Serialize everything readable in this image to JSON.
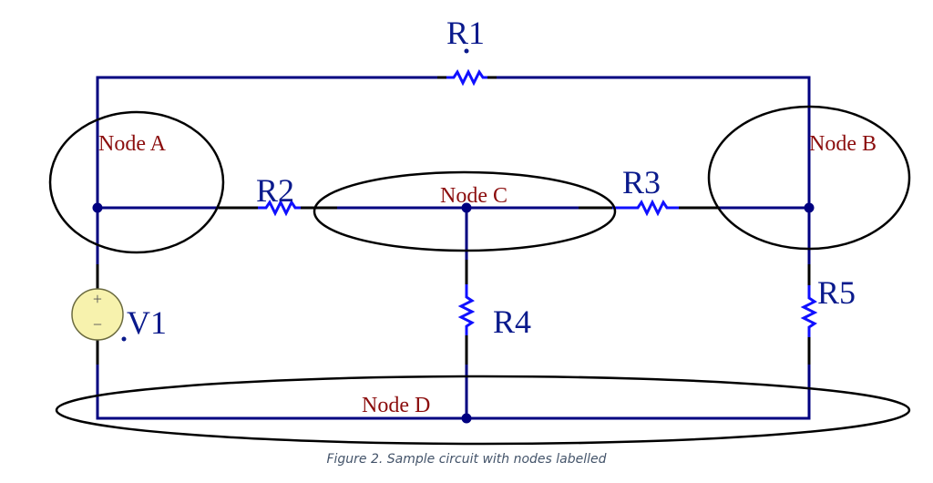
{
  "colors": {
    "wire": "#000080",
    "lead": "#000000",
    "resistor": "#1010ff",
    "component_label": "#0a1a8c",
    "node_label": "#8b0d0d",
    "node_ellipse": "#000000",
    "source_fill": "#f7f2ad",
    "caption": "#44546a"
  },
  "components": {
    "R1": "R1",
    "R2": "R2",
    "R3": "R3",
    "R4": "R4",
    "R5": "R5",
    "V1": "V1",
    "v1_plus": "+",
    "v1_minus": "−"
  },
  "nodes": {
    "A": "Node A",
    "B": "Node B",
    "C": "Node C",
    "D": "Node D"
  },
  "caption": "Figure 2. Sample circuit with nodes labelled"
}
